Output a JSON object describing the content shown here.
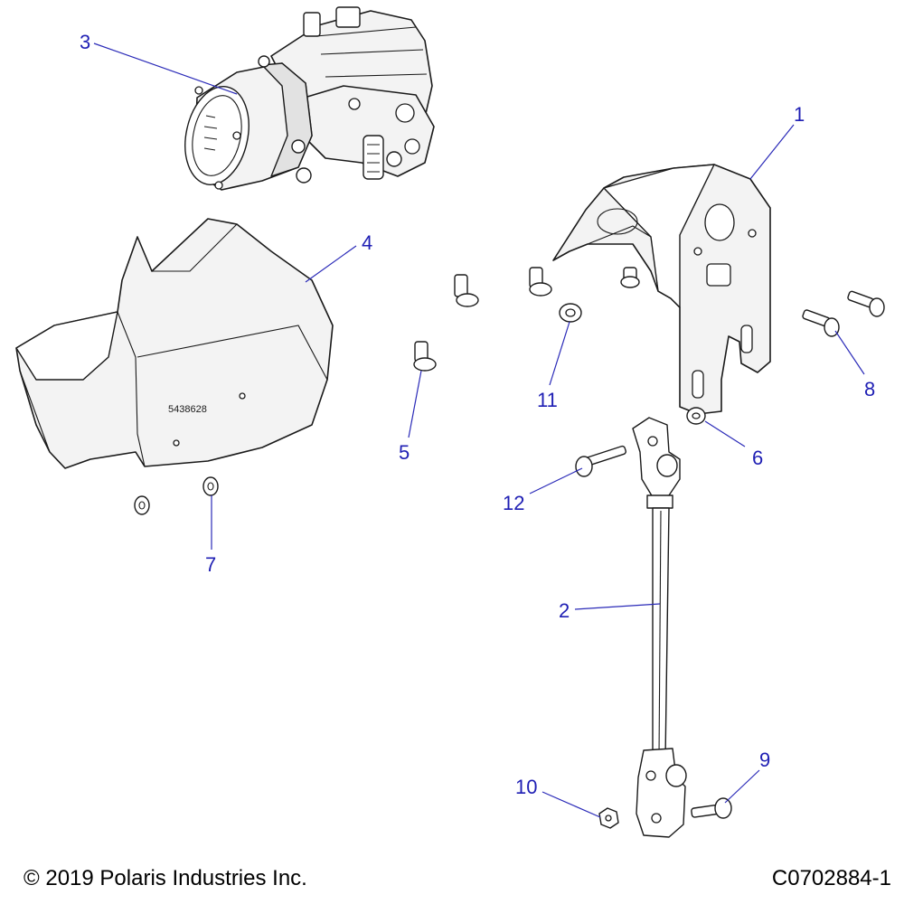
{
  "callouts": [
    {
      "id": "1",
      "label": "1"
    },
    {
      "id": "2",
      "label": "2"
    },
    {
      "id": "3",
      "label": "3"
    },
    {
      "id": "4",
      "label": "4"
    },
    {
      "id": "5",
      "label": "5"
    },
    {
      "id": "6",
      "label": "6"
    },
    {
      "id": "7",
      "label": "7"
    },
    {
      "id": "8",
      "label": "8"
    },
    {
      "id": "9",
      "label": "9"
    },
    {
      "id": "10",
      "label": "10"
    },
    {
      "id": "11",
      "label": "11"
    },
    {
      "id": "12",
      "label": "12"
    }
  ],
  "part_markings": {
    "shield_number": "5438628"
  },
  "footer": {
    "copyright": "© 2019 Polaris Industries Inc.",
    "drawing_code": "C0702884-1"
  },
  "colors": {
    "callout_text": "#1f1fb4",
    "leader_line": "#2a2ab8",
    "outline": "#1a1a1a",
    "part_fill": "#f3f3f3"
  }
}
